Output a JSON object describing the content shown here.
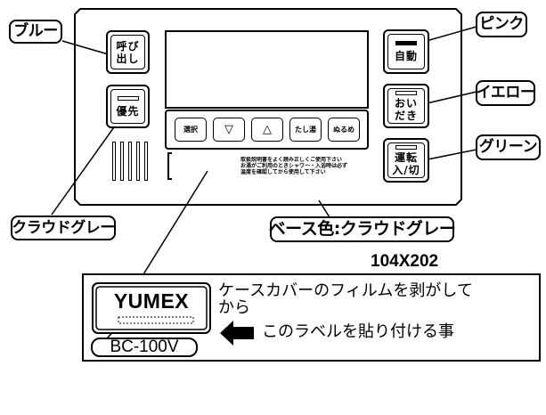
{
  "device": {
    "left_buttons": [
      {
        "label": "呼び\n出し",
        "line1": "呼び",
        "line2": "出し",
        "led": "none"
      },
      {
        "label": "優先",
        "line1": "優先",
        "line2": "",
        "led": "outline"
      }
    ],
    "bottom_buttons": [
      {
        "label": "選択",
        "icon": "text"
      },
      {
        "label": "▽",
        "icon": "down-triangle-icon"
      },
      {
        "label": "△",
        "icon": "up-triangle-icon"
      },
      {
        "label": "たし湯",
        "icon": "text"
      },
      {
        "label": "ぬるめ",
        "icon": "text"
      }
    ],
    "right_buttons": [
      {
        "line1": "自動",
        "line2": "",
        "led": "filled"
      },
      {
        "line1": "おい",
        "line2": "だき",
        "led": "outline"
      },
      {
        "line1": "運転",
        "line2": "入/切",
        "led": "outline"
      }
    ],
    "notice_lines": [
      "取扱説明書をよく読み正しくご使用下さい",
      "お湯がご利用のときシャワー・入浴時は必ず",
      "温度を確認してから使用して下さい"
    ]
  },
  "callouts": {
    "blue": "ブルー",
    "pink": "ピンク",
    "yellow": "イエロー",
    "green": "グリーン",
    "cloud_gray": "クラウドグレー",
    "base_color": "ベース色:クラウドグレー"
  },
  "dimensions": "104X202",
  "label_panel": {
    "brand": "YUMEX",
    "model": "BC-100V",
    "instruction_line1": "ケースカバーのフィルムを剥がして",
    "instruction_line2": "から",
    "instruction_line3": "このラベルを貼り付ける事",
    "arrow_icon": "left-arrow-icon"
  }
}
